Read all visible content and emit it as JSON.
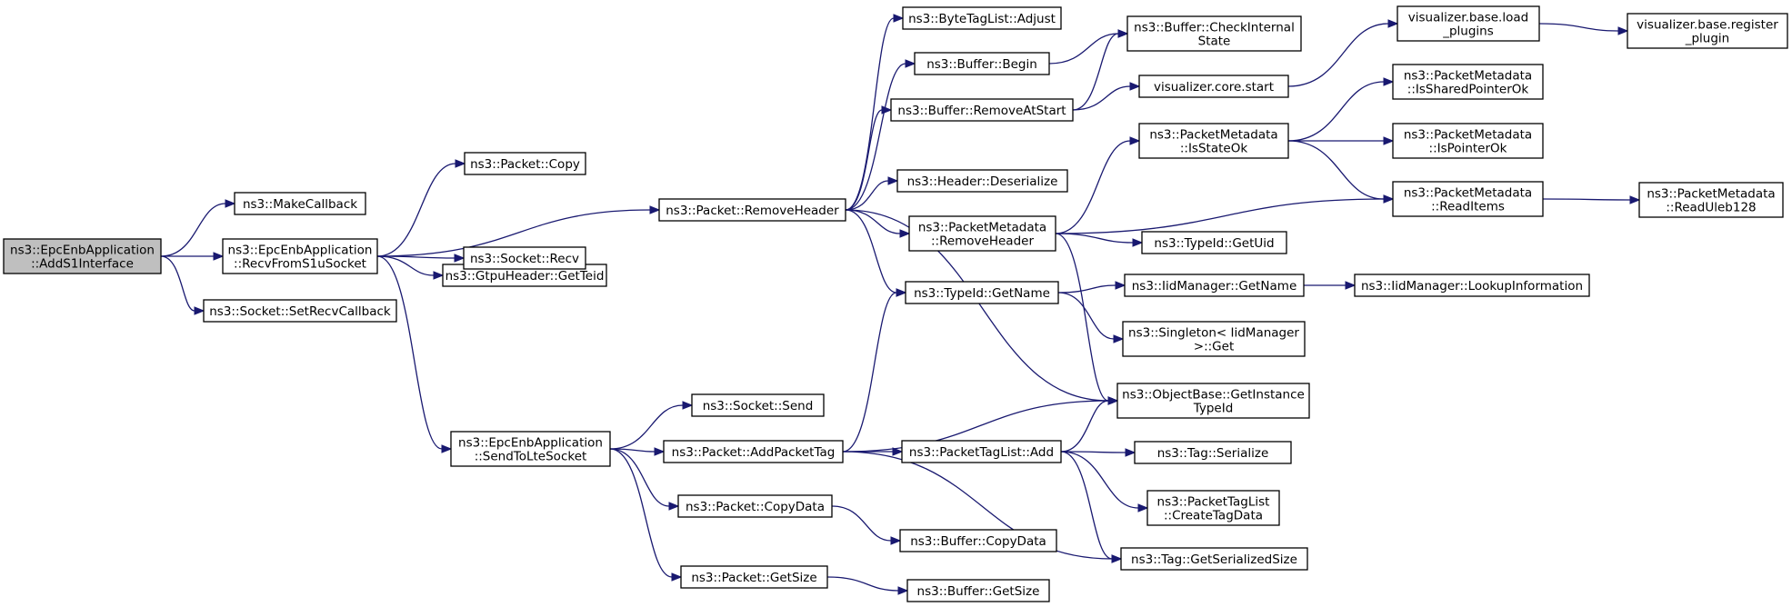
{
  "graph": {
    "nodes": [
      {
        "id": "n0",
        "lines": [
          "ns3::EpcEnbApplication",
          "::AddS1Interface"
        ],
        "root": true
      },
      {
        "id": "n1",
        "lines": [
          "ns3::MakeCallback"
        ]
      },
      {
        "id": "n2",
        "lines": [
          "ns3::EpcEnbApplication",
          "::RecvFromS1uSocket"
        ]
      },
      {
        "id": "n3",
        "lines": [
          "ns3::Socket::SetRecvCallback"
        ]
      },
      {
        "id": "n4",
        "lines": [
          "ns3::Packet::Copy"
        ]
      },
      {
        "id": "n5",
        "lines": [
          "ns3::GtpuHeader::GetTeid"
        ]
      },
      {
        "id": "n6",
        "lines": [
          "ns3::Socket::Recv"
        ]
      },
      {
        "id": "n7",
        "lines": [
          "ns3::Packet::RemoveHeader"
        ]
      },
      {
        "id": "n8",
        "lines": [
          "ns3::EpcEnbApplication",
          "::SendToLteSocket"
        ]
      },
      {
        "id": "n9",
        "lines": [
          "ns3::ByteTagList::Adjust"
        ]
      },
      {
        "id": "n10",
        "lines": [
          "ns3::Buffer::Begin"
        ]
      },
      {
        "id": "n11",
        "lines": [
          "ns3::Buffer::RemoveAtStart"
        ]
      },
      {
        "id": "n12",
        "lines": [
          "ns3::Header::Deserialize"
        ]
      },
      {
        "id": "n13",
        "lines": [
          "ns3::PacketMetadata",
          "::RemoveHeader"
        ]
      },
      {
        "id": "n14",
        "lines": [
          "ns3::TypeId::GetName"
        ]
      },
      {
        "id": "n15",
        "lines": [
          "ns3::ObjectBase::GetInstance",
          "TypeId"
        ]
      },
      {
        "id": "n16",
        "lines": [
          "ns3::Buffer::CheckInternal",
          "State"
        ]
      },
      {
        "id": "n17",
        "lines": [
          "visualizer.core.start"
        ]
      },
      {
        "id": "n18",
        "lines": [
          "visualizer.base.load",
          "_plugins"
        ]
      },
      {
        "id": "n19",
        "lines": [
          "visualizer.base.register",
          "_plugin"
        ]
      },
      {
        "id": "n20",
        "lines": [
          "ns3::PacketMetadata",
          "::IsStateOk"
        ]
      },
      {
        "id": "n21",
        "lines": [
          "ns3::PacketMetadata",
          "::IsSharedPointerOk"
        ]
      },
      {
        "id": "n22",
        "lines": [
          "ns3::PacketMetadata",
          "::IsPointerOk"
        ]
      },
      {
        "id": "n23",
        "lines": [
          "ns3::PacketMetadata",
          "::ReadItems"
        ]
      },
      {
        "id": "n24",
        "lines": [
          "ns3::PacketMetadata",
          "::ReadUleb128"
        ]
      },
      {
        "id": "n25",
        "lines": [
          "ns3::TypeId::GetUid"
        ]
      },
      {
        "id": "n26",
        "lines": [
          "ns3::IidManager::GetName"
        ]
      },
      {
        "id": "n27",
        "lines": [
          "ns3::IidManager::LookupInformation"
        ]
      },
      {
        "id": "n28",
        "lines": [
          "ns3::Singleton< IidManager",
          ">::Get"
        ]
      },
      {
        "id": "n29",
        "lines": [
          "ns3::Socket::Send"
        ]
      },
      {
        "id": "n30",
        "lines": [
          "ns3::Packet::AddPacketTag"
        ]
      },
      {
        "id": "n31",
        "lines": [
          "ns3::Packet::CopyData"
        ]
      },
      {
        "id": "n32",
        "lines": [
          "ns3::Packet::GetSize"
        ]
      },
      {
        "id": "n33",
        "lines": [
          "ns3::PacketTagList::Add"
        ]
      },
      {
        "id": "n34",
        "lines": [
          "ns3::Tag::Serialize"
        ]
      },
      {
        "id": "n35",
        "lines": [
          "ns3::PacketTagList",
          "::CreateTagData"
        ]
      },
      {
        "id": "n36",
        "lines": [
          "ns3::Tag::GetSerializedSize"
        ]
      },
      {
        "id": "n37",
        "lines": [
          "ns3::Buffer::CopyData"
        ]
      },
      {
        "id": "n38",
        "lines": [
          "ns3::Buffer::GetSize"
        ]
      }
    ],
    "edges": [
      {
        "from": "n0",
        "to": "n1"
      },
      {
        "from": "n0",
        "to": "n2"
      },
      {
        "from": "n0",
        "to": "n3"
      },
      {
        "from": "n2",
        "to": "n4"
      },
      {
        "from": "n2",
        "to": "n5"
      },
      {
        "from": "n2",
        "to": "n6"
      },
      {
        "from": "n2",
        "to": "n7"
      },
      {
        "from": "n2",
        "to": "n8"
      },
      {
        "from": "n7",
        "to": "n9"
      },
      {
        "from": "n7",
        "to": "n10"
      },
      {
        "from": "n7",
        "to": "n11"
      },
      {
        "from": "n7",
        "to": "n12"
      },
      {
        "from": "n7",
        "to": "n13"
      },
      {
        "from": "n7",
        "to": "n14"
      },
      {
        "from": "n7",
        "to": "n15"
      },
      {
        "from": "n10",
        "to": "n16"
      },
      {
        "from": "n11",
        "to": "n16"
      },
      {
        "from": "n11",
        "to": "n17"
      },
      {
        "from": "n17",
        "to": "n18"
      },
      {
        "from": "n18",
        "to": "n19"
      },
      {
        "from": "n13",
        "to": "n20"
      },
      {
        "from": "n13",
        "to": "n23"
      },
      {
        "from": "n13",
        "to": "n25"
      },
      {
        "from": "n13",
        "to": "n15"
      },
      {
        "from": "n20",
        "to": "n21"
      },
      {
        "from": "n20",
        "to": "n22"
      },
      {
        "from": "n20",
        "to": "n23"
      },
      {
        "from": "n23",
        "to": "n24"
      },
      {
        "from": "n14",
        "to": "n26"
      },
      {
        "from": "n14",
        "to": "n28"
      },
      {
        "from": "n26",
        "to": "n27"
      },
      {
        "from": "n8",
        "to": "n29"
      },
      {
        "from": "n8",
        "to": "n30"
      },
      {
        "from": "n8",
        "to": "n31"
      },
      {
        "from": "n8",
        "to": "n32"
      },
      {
        "from": "n30",
        "to": "n14"
      },
      {
        "from": "n30",
        "to": "n15"
      },
      {
        "from": "n30",
        "to": "n33"
      },
      {
        "from": "n30",
        "to": "n36"
      },
      {
        "from": "n33",
        "to": "n15"
      },
      {
        "from": "n33",
        "to": "n34"
      },
      {
        "from": "n33",
        "to": "n35"
      },
      {
        "from": "n33",
        "to": "n36"
      },
      {
        "from": "n31",
        "to": "n37"
      },
      {
        "from": "n32",
        "to": "n38"
      }
    ]
  }
}
